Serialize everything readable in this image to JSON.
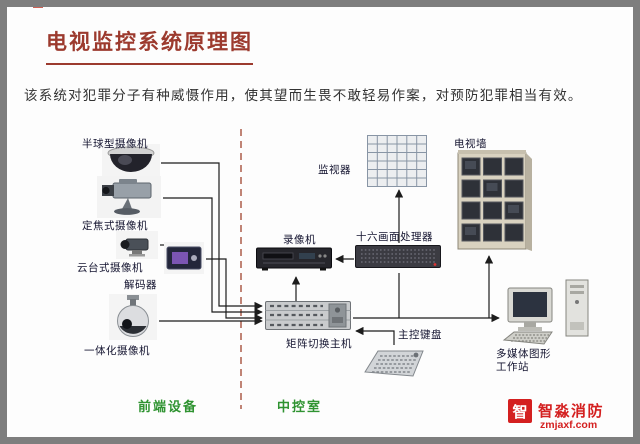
{
  "header": {
    "title": "电视监控系统原理图",
    "description": "该系统对犯罪分子有种威慑作用，使其望而生畏不敢轻易作案，对预防犯罪相当有效。"
  },
  "devices": {
    "dome_camera": "半球型摄像机",
    "fixed_camera": "定焦式摄像机",
    "ptz_camera": "云台式摄像机",
    "decoder": "解码器",
    "integrated_camera": "一体化摄像机",
    "monitor": "监视器",
    "recorder": "录像机",
    "processor": "十六画面处理器",
    "matrix_switcher": "矩阵切换主机",
    "control_keyboard": "主控键盘",
    "tv_wall": "电视墙",
    "workstation_line1": "多媒体图形",
    "workstation_line2": "工作站"
  },
  "zones": {
    "front_end": "前端设备",
    "control_room": "中控室"
  },
  "logo": {
    "mark": "智",
    "name": "智淼消防",
    "url": "zmjaxf.com"
  },
  "colors": {
    "title_accent": "#9c3a2e",
    "zone_green": "#2f9331",
    "logo_red": "#d42020",
    "divider_dash": "#a5503c",
    "wire": "#1c1c1c"
  }
}
